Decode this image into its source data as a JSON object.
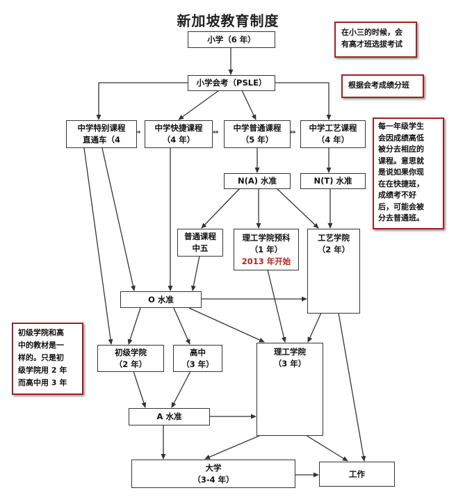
{
  "title": "新加坡教育制度",
  "boxes": {
    "primary": "小学（6 年）",
    "psle": "小学会考（PSLE）",
    "special_l1": "中学特别课程",
    "special_l2": "直通车（4",
    "express_l1": "中学快捷课程",
    "express_l2": "（4 年）",
    "normal_l1": "中学普通课程",
    "normal_l2": "（5 年）",
    "technical_l1": "中学工艺课程",
    "technical_l2": "（4 年）",
    "na_level": "N(A) 水准",
    "nt_level": "N(T) 水准",
    "normal5_l1": "普通课程",
    "normal5_l2": "中五",
    "polyprep_l1": "理工学院预科",
    "polyprep_l2": "（1 年）",
    "polyprep_l3": "2013 年开始",
    "ite_l1": "工艺学院",
    "ite_l2": "（2 年）",
    "o_level": "O 水准",
    "jc_l1": "初级学院",
    "jc_l2": "（2 年）",
    "hs_l1": "高中",
    "hs_l2": "（3 年）",
    "poly_l1": "理工学院",
    "poly_l2": "（3 年）",
    "a_level": "A 水准",
    "uni_l1": "大学",
    "uni_l2": "（3-4 年）",
    "work": "工作"
  },
  "notes": {
    "p3_l1": "在小三的时候，会",
    "p3_l2": "有高才班选拔考试",
    "streaming": "根据会考成绩分班",
    "yearly_l1": "每一年级学生",
    "yearly_l2": "会因成绩高低",
    "yearly_l3": "被分去相应的",
    "yearly_l4": "课程。意思就",
    "yearly_l5": "是说如果你现",
    "yearly_l6": "在在快捷班，",
    "yearly_l7": "成绩考不好",
    "yearly_l8": "后，可能会被",
    "yearly_l9": "分去普通班。",
    "jc_l1": "初级学院和高",
    "jc_l2": "中的教材是一",
    "jc_l3": "样的。只是初",
    "jc_l4": "级学院用 2 年",
    "jc_l5": "而高中用 3 年"
  },
  "exchange_marks": [
    "⇔",
    "⇔",
    "⇔"
  ],
  "colors": {
    "note_border": "#a11f24",
    "highlight_text": "#b3261e",
    "line": "#333333"
  }
}
